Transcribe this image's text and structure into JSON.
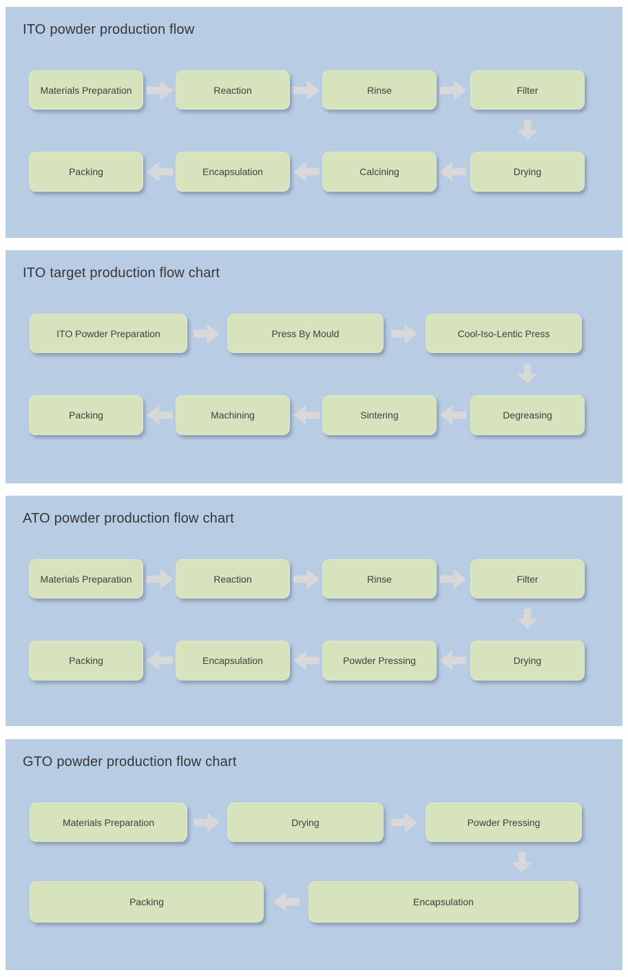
{
  "colors": {
    "panel_background": "#b8cce4",
    "box_fill": "#d7e3bc",
    "arrow_fill": "#d8d8d8",
    "title_text": "#363636",
    "box_text": "#3f3f3f"
  },
  "panels": [
    {
      "title": "ITO powder production flow",
      "row1": [
        "Materials Preparation",
        "Reaction",
        "Rinse",
        "Filter"
      ],
      "row2": [
        "Packing",
        "Encapsulation",
        "Calcining",
        "Drying"
      ]
    },
    {
      "title": "ITO target production flow chart",
      "row1": [
        "ITO Powder Preparation",
        "Press By Mould",
        "Cool-Iso-Lentic Press"
      ],
      "row2": [
        "Packing",
        "Machining",
        "Sintering",
        "Degreasing"
      ]
    },
    {
      "title": "ATO powder production flow chart",
      "row1": [
        "Materials Preparation",
        "Reaction",
        "Rinse",
        "Filter"
      ],
      "row2": [
        "Packing",
        "Encapsulation",
        "Powder Pressing",
        "Drying"
      ]
    },
    {
      "title": "GTO powder production flow chart",
      "row1": [
        "Materials Preparation",
        "Drying",
        "Powder Pressing"
      ],
      "row2": [
        "Packing",
        "Encapsulation"
      ]
    }
  ]
}
